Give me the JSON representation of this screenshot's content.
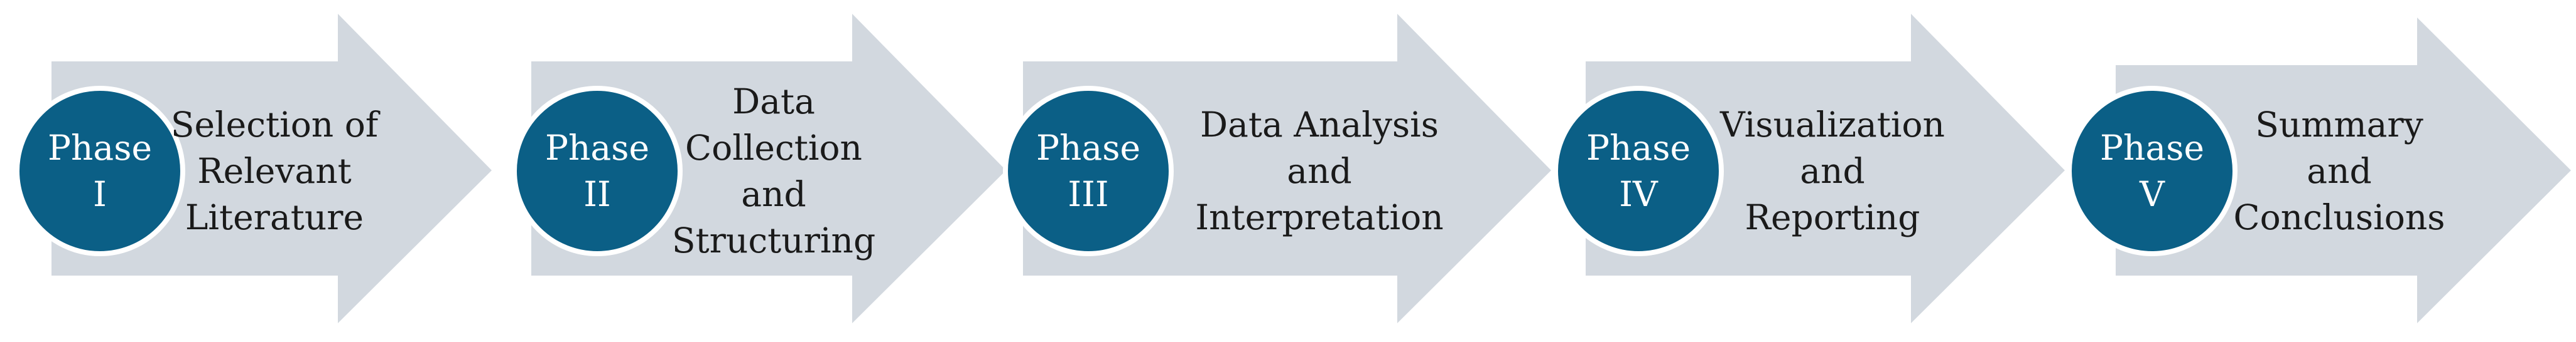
{
  "colors": {
    "arrow_fill": "#d2d8df",
    "badge_fill": "#0b5f86",
    "badge_border": "#ffffff",
    "badge_text": "#ffffff",
    "label_text": "#1a1a1a"
  },
  "phases": [
    {
      "badge": [
        "Phase",
        "I"
      ],
      "label": [
        "Selection of",
        "Relevant",
        "Literature"
      ]
    },
    {
      "badge": [
        "Phase",
        "II"
      ],
      "label": [
        "Data",
        "Collection",
        "and",
        "Structuring"
      ]
    },
    {
      "badge": [
        "Phase",
        "III"
      ],
      "label": [
        "Data Analysis",
        "and",
        "Interpretation"
      ]
    },
    {
      "badge": [
        "Phase",
        "IV"
      ],
      "label": [
        "Visualization",
        "and",
        "Reporting"
      ]
    },
    {
      "badge": [
        "Phase",
        "V"
      ],
      "label": [
        "Summary",
        "and",
        "Conclusions"
      ]
    }
  ]
}
